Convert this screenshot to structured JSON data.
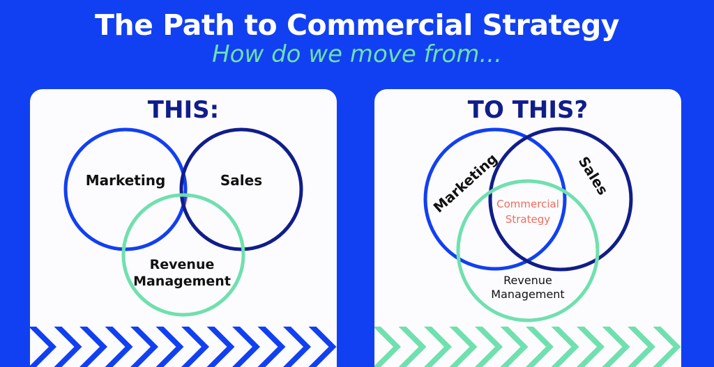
{
  "header": {
    "title": "The Path to Commercial Strategy",
    "subtitle": "How do we move from..."
  },
  "left_panel": {
    "heading": "THIS:",
    "labels": {
      "marketing": "Marketing",
      "sales": "Sales",
      "revenue_line1": "Revenue",
      "revenue_line2": "Management"
    }
  },
  "right_panel": {
    "heading": "TO THIS?",
    "labels": {
      "marketing": "Marketing",
      "sales": "Sales",
      "center_line1": "Commercial",
      "center_line2": "Strategy",
      "revenue_line1": "Revenue",
      "revenue_line2": "Management"
    }
  },
  "colors": {
    "background": "#1140f2",
    "marketing": "#1140f2",
    "sales": "#111d8a",
    "revenue": "#6fe0ae",
    "center": "#f26b5b"
  }
}
